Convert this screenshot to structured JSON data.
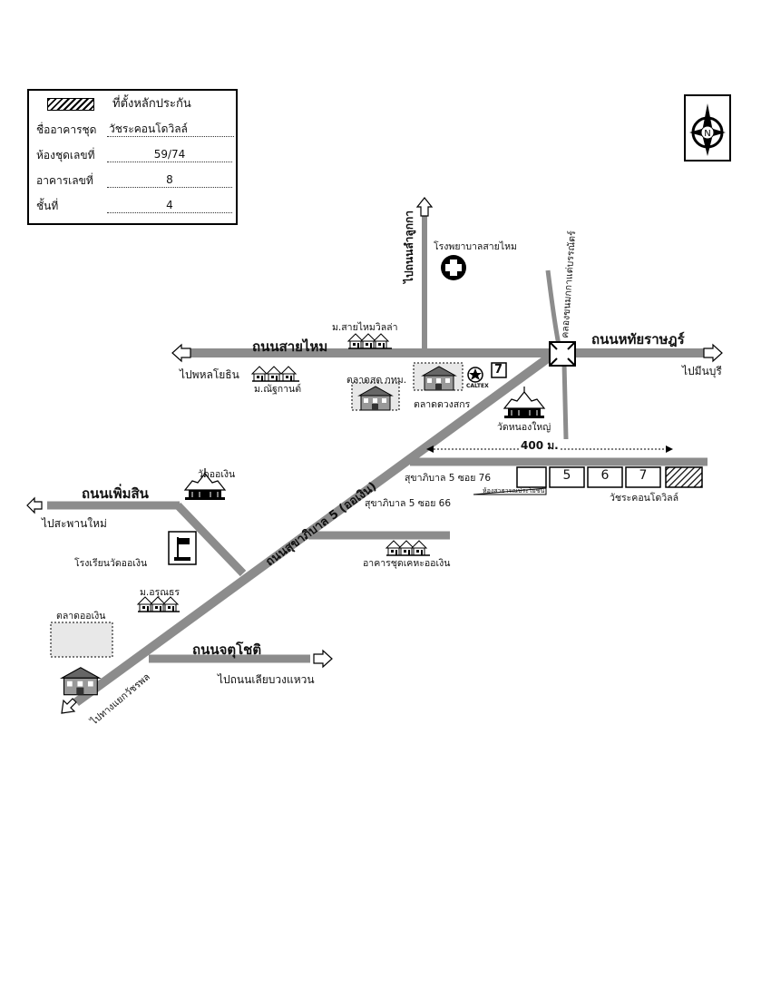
{
  "legend": {
    "title": "ที่ตั้งหลักประกัน",
    "rows": [
      {
        "label": "ชื่ออาคารชุด",
        "value": "วัชระคอนโดวิลล์"
      },
      {
        "label": "ห้องชุดเลขที่",
        "value": "59/74"
      },
      {
        "label": "อาคารเลขที่",
        "value": "8"
      },
      {
        "label": "ชั้นที่",
        "value": "4"
      }
    ]
  },
  "compass": {
    "north_label": "N"
  },
  "roads": {
    "sai_mai": "ถนนสายไหม",
    "hathai_rat": "ถนนหทัยราษฎร์",
    "phoem_sin": "ถนนเพิ่มสิน",
    "chatuchot": "ถนนจตุโชติ",
    "sukhapiban5": "ถนนสุขาภิบาล 5 (ออเงิน)",
    "lam_luk_ka": "ไปถนนลำลูกกา",
    "canal_road": "คลองขนมกกาแต่บรรณัตร์",
    "soi76": "สุขาภิบาล 5  ซอย 76",
    "soi66": "สุขาภิบาล 5  ซอย 66"
  },
  "directions": {
    "to_phahon_yothin": "ไปพหลโยธิน",
    "to_min_buri": "ไปมีนบุรี",
    "to_saphan_mai": "ไปสะพานใหม่",
    "to_ring_road": "ไปถนนเลียบวงแหวน",
    "to_watcharaphon": "ไปทางแยกวัชรพล"
  },
  "landmarks": {
    "sai_mai_hospital": "โรงพยาบาลสายไหม",
    "sai_mai_villa": "ม.สายไหมวิลล่า",
    "nanthakan": "ม.ณัฐกานต์",
    "bma_market": "ตลาดสด กทม.",
    "duangsakorn_market": "ตลาดดวงสกร",
    "caltex": "CALTEX",
    "seven_eleven": "7",
    "wat_nong_yai": "วัดหนองใหญ่",
    "wat_o_ngoen": "วัดออเงิน",
    "wat_o_ngoen_school": "โรงเรียนวัดออเงิน",
    "arunthon": "ม.อรุณธร",
    "o_ngoen_market": "ตลาดออเงิน",
    "o_ngoen_housing": "อาคารชุดเคหะออเงิน",
    "distance": "400 ม.",
    "utility": "ห้องสาธารณประโยชน์",
    "watchara_condo": "วัชระคอนโดวิลล์"
  },
  "buildings": [
    "5",
    "6",
    "7"
  ],
  "colors": {
    "road": "#8c8c8c",
    "ink": "#111111"
  }
}
